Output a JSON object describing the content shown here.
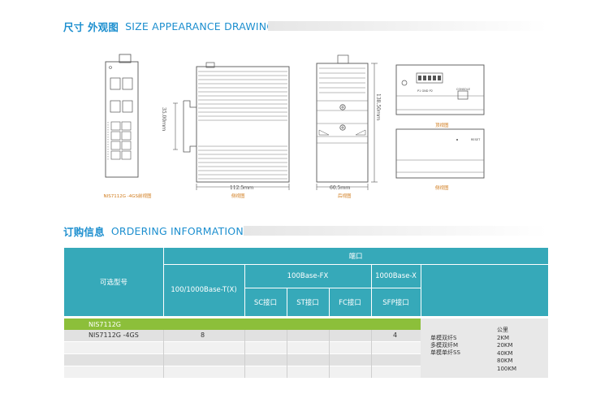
{
  "section1": {
    "title_cn": "尺寸 外观图",
    "title_en": "SIZE APPEARANCE DRAWING"
  },
  "drawings": {
    "front_caption": "NIS7112G -4GS前视图",
    "side_caption": "侧视图",
    "side_width": "112.5ｍｍ",
    "side_height": "35.00ｍｍ",
    "rear_caption": "后视图",
    "rear_width": "60.5ｍｍ",
    "rear_height": "138.50ｍｍ",
    "top_caption": "顶视图",
    "bottom_caption": "侧视图",
    "top_label_power": "P1 GND P2",
    "top_label_console": "CONSOLE",
    "bottom_label_reset": "RESET"
  },
  "section2": {
    "title_cn": "订购信息",
    "title_en": "ORDERING INFORMATION"
  },
  "table": {
    "col_model": "可选型号",
    "col_port": "端口",
    "col_tx": "100/1000Base-T(X)",
    "col_fx": "100Base-FX",
    "col_x": "1000Base-X",
    "sub_sc": "SC接口",
    "sub_st": "ST接口",
    "sub_fc": "FC接口",
    "sub_sfp": "SFP接口",
    "group_row": "NIS7112G",
    "rows": [
      {
        "model": "NIS7112G -4GS",
        "tx": "8",
        "sc": "",
        "st": "",
        "fc": "",
        "sfp": "4"
      }
    ],
    "fiber_types": [
      "单模双纤S",
      "多模双纤M",
      "单模单纤SS"
    ],
    "distance_header": "公里",
    "distances": [
      "2KM",
      "20KM",
      "40KM",
      "80KM",
      "100KM"
    ]
  }
}
